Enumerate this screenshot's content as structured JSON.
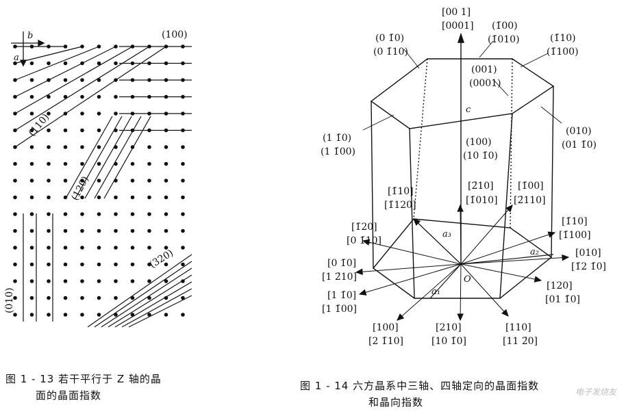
{
  "fig13": {
    "axis_b": "b",
    "axis_a": "a",
    "plane_100": "(100)",
    "plane_110": "(110)",
    "plane_120": "(120)",
    "plane_010": "(010)",
    "plane_320": "(320)",
    "caption_line1": "图 1 - 13   若干平行于 Z 轴的晶",
    "caption_line2": "面的晶面指数"
  },
  "fig14": {
    "top": [
      "[00 1]",
      "[0001]"
    ],
    "top_pole": [
      "(1̄00)",
      "(1̄010)"
    ],
    "left_top": [
      "(0 1̄0)",
      "(0 1̄10)"
    ],
    "right_top": [
      "(1̄10)",
      "(1̄100)"
    ],
    "top_face": [
      "(001)",
      "(0001)"
    ],
    "axis_c": "c",
    "left_mid": [
      "(1 1̄0)",
      "(1 1̄00)"
    ],
    "right_mid": [
      "(010)",
      "(01 1̄0)"
    ],
    "front_face": [
      "(100)",
      "(10 1̄0)"
    ],
    "d_1_10": [
      "[1̄10]",
      "[1̄120]"
    ],
    "d_2_10": [
      "[2̄10]",
      "[1̄010]"
    ],
    "d_100b": [
      "[1̄00]",
      "[2̄110]"
    ],
    "d_110": [
      "[1̄10]",
      "[1̄100]"
    ],
    "d_120": [
      "[1̄20]",
      "[0 1̄10]"
    ],
    "d_010": [
      "[010]",
      "[1̄2 1̄0]"
    ],
    "d_0_10": [
      "[0 1̄0]",
      "[1 2̄10]"
    ],
    "d_1m10": [
      "[1 1̄0]",
      "[1 1̄00]"
    ],
    "d_120f": [
      "[120]",
      "[01 1̄0]"
    ],
    "d_100": [
      "[100]",
      "[2 1̄10]"
    ],
    "d_210": [
      "[210]",
      "[10 1̄0]"
    ],
    "d_110f": [
      "[110]",
      "[11 2̄0]"
    ],
    "a1": "a₁",
    "a2": "a₂",
    "a3": "a₃",
    "origin": "O",
    "caption_line1": "图 1 - 14   六方晶系中三轴、四轴定向的晶面指数",
    "caption_line2": "和晶向指数"
  },
  "watermark": "电子发烧友"
}
